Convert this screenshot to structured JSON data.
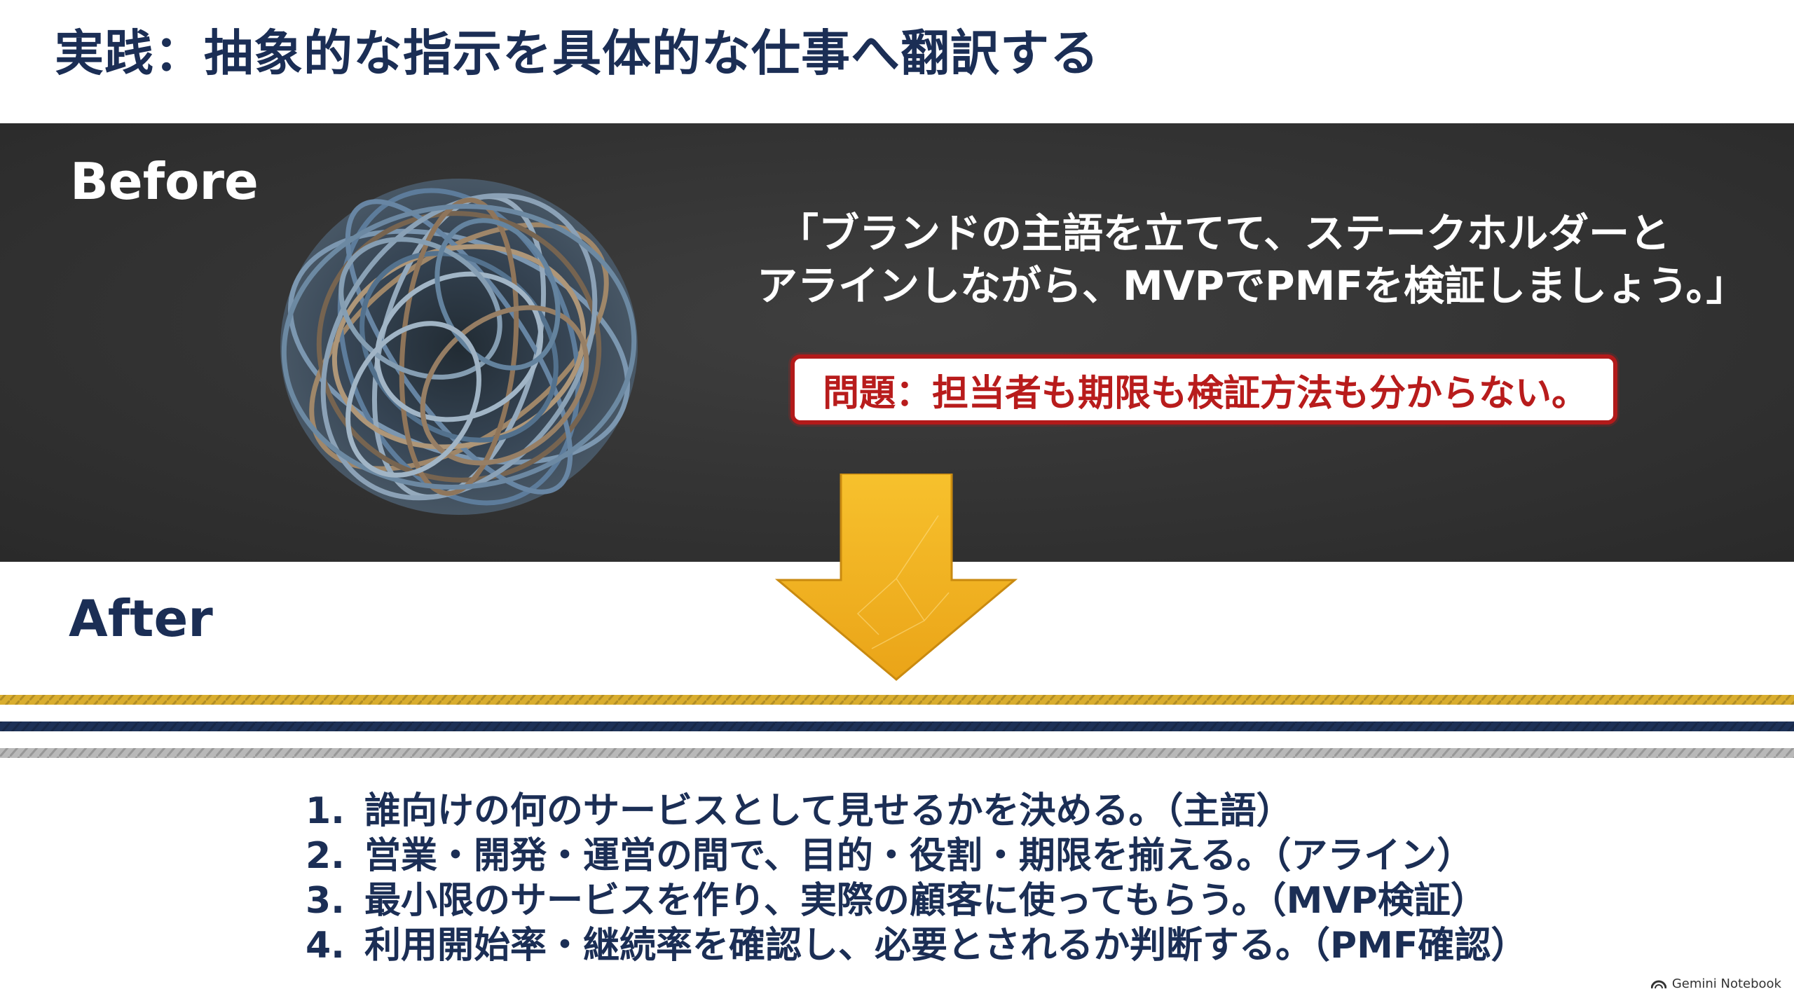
{
  "title": "実践：抽象的な指示を具体的な仕事へ翻訳する",
  "before": {
    "label": "Before",
    "quote_line1": "「ブランドの主語を立てて、ステークホルダーと",
    "quote_line2": "アラインしながら、MVPでPMFを検証しましょう。」",
    "problem": "問題：担当者も期限も検証方法も分からない。"
  },
  "after": {
    "label": "After",
    "steps": [
      {
        "num": "1.",
        "text": "誰向けの何のサービスとして見せるかを決める。（主語）"
      },
      {
        "num": "2.",
        "text": "営業・開発・運営の間で、目的・役割・期限を揃える。（アライン）"
      },
      {
        "num": "3.",
        "text": "最小限のサービスを作り、実際の顧客に使ってもらう。（MVP検証）"
      },
      {
        "num": "4.",
        "text": "利用開始率・継続率を確認し、必要とされるか判断する。（PMF確認）"
      }
    ]
  },
  "brand": "Gemini Notebook",
  "colors": {
    "title_navy": "#1b2e55",
    "before_band": "#333333",
    "problem_red": "#b81c1c",
    "arrow_gold": "#f2b01e",
    "rope_gold": "#d9ad2e",
    "rope_navy": "#1d3157",
    "rope_gray": "#b9b9b9"
  },
  "icons": {
    "yarn": "tangled-yarn-ball-icon",
    "arrow": "arrow-down-icon",
    "brand": "gemini-notebook-icon"
  }
}
